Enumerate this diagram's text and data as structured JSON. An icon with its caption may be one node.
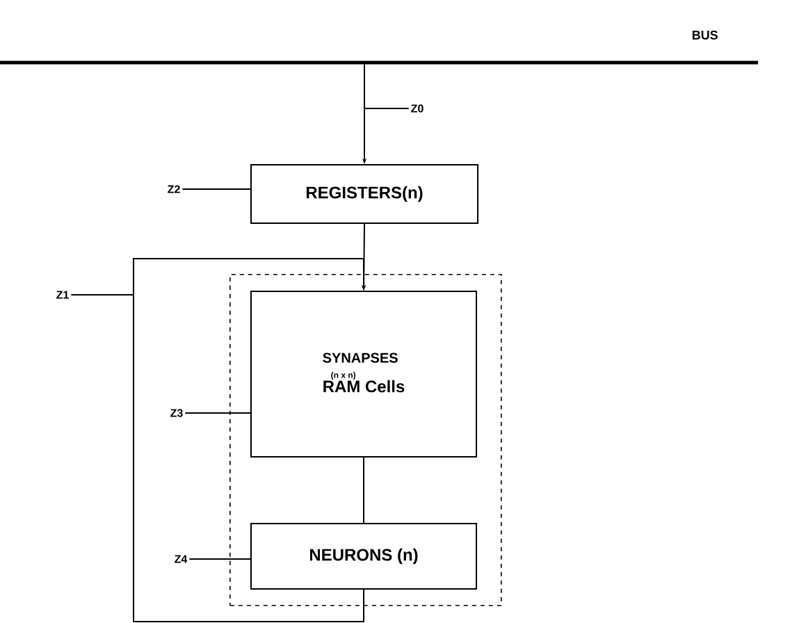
{
  "diagram": {
    "nodes": [
      {
        "text": [
          "BUS"
        ]
      },
      {
        "text": [
          "REGISTERS(n)"
        ]
      },
      {
        "text": [],
        "shape": "box"
      },
      {
        "text": [
          "SYNAPSES",
          "(n x n)",
          "RAM Cells"
        ],
        "in": 2
      },
      {
        "text": [
          "NEURONS (n)"
        ],
        "in": 2
      },
      {
        "text": [
          "Z0"
        ]
      },
      {
        "text": [
          "Z2"
        ]
      },
      {
        "text": [
          "Z1"
        ]
      },
      {
        "text": [
          "Z3"
        ]
      },
      {
        "text": [
          "Z4"
        ]
      }
    ],
    "edges": [
      {
        "from": 0,
        "to": 1,
        "arrow": "to"
      },
      {
        "from": 1,
        "to": 3,
        "arrow": "to"
      },
      {
        "from": 3,
        "to": 4,
        "arrow": "none"
      },
      {
        "from": 4,
        "to": 3,
        "arrow": "to"
      },
      {
        "from": 5,
        "to": null,
        "arrow": "none"
      },
      {
        "from": 6,
        "to": 1,
        "arrow": "none"
      },
      {
        "from": 7,
        "to": null,
        "arrow": "none"
      },
      {
        "from": 8,
        "to": 3,
        "arrow": "none"
      },
      {
        "from": 9,
        "to": 4,
        "arrow": "none"
      }
    ]
  }
}
